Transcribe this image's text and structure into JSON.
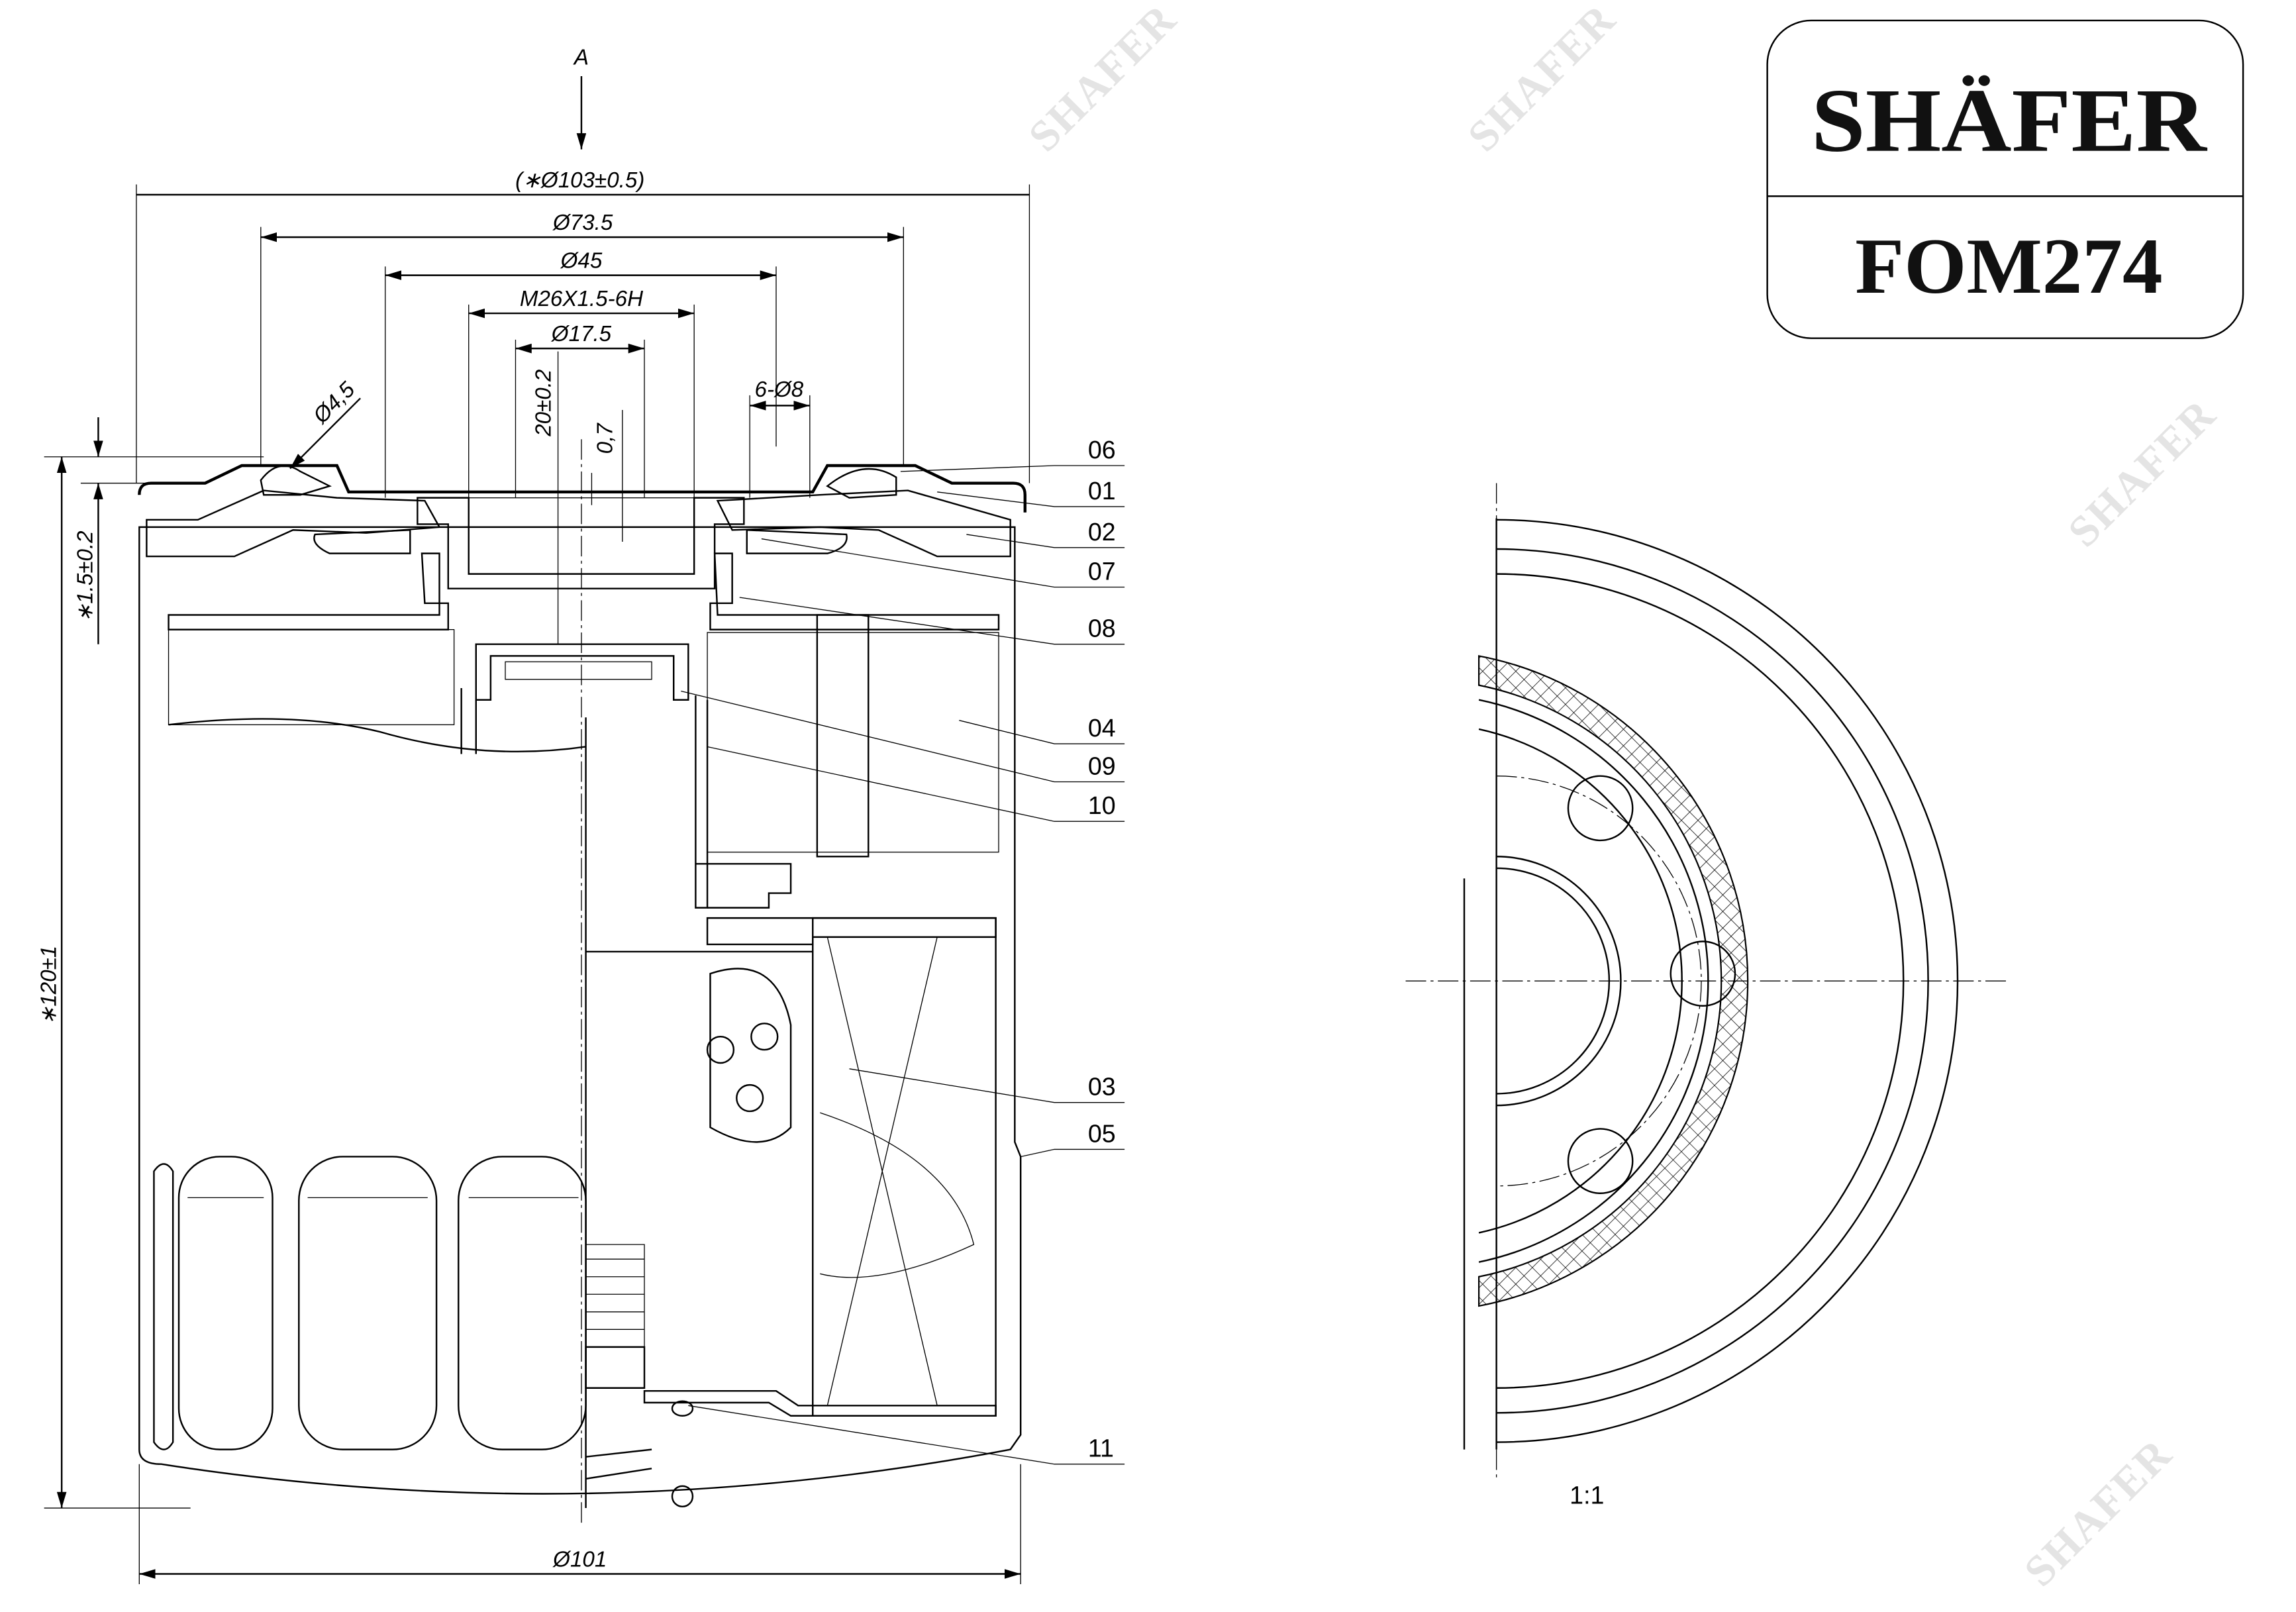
{
  "watermark": "SHAFER",
  "title_block": {
    "brand": "SHÄFER",
    "part_number": "FOM274"
  },
  "section_marker": "A",
  "dimensions": {
    "outer_diameter": "(∗Ø103±0.5)",
    "gasket_diameter": "Ø73.5",
    "inner_gasket_diameter": "Ø45",
    "thread": "M26X1.5-6H",
    "bore_diameter": "Ø17.5",
    "thread_depth": "20±0.2",
    "plate_offset": "0,7",
    "inlet_holes": "6-Ø8",
    "seal_diameter": "Ø4,5",
    "rim_height": "∗1.5±0.2",
    "total_height": "∗120±1",
    "body_diameter": "Ø101"
  },
  "part_labels": [
    "06",
    "01",
    "02",
    "07",
    "08",
    "04",
    "09",
    "10",
    "03",
    "05",
    "11"
  ],
  "scale": "1:1"
}
